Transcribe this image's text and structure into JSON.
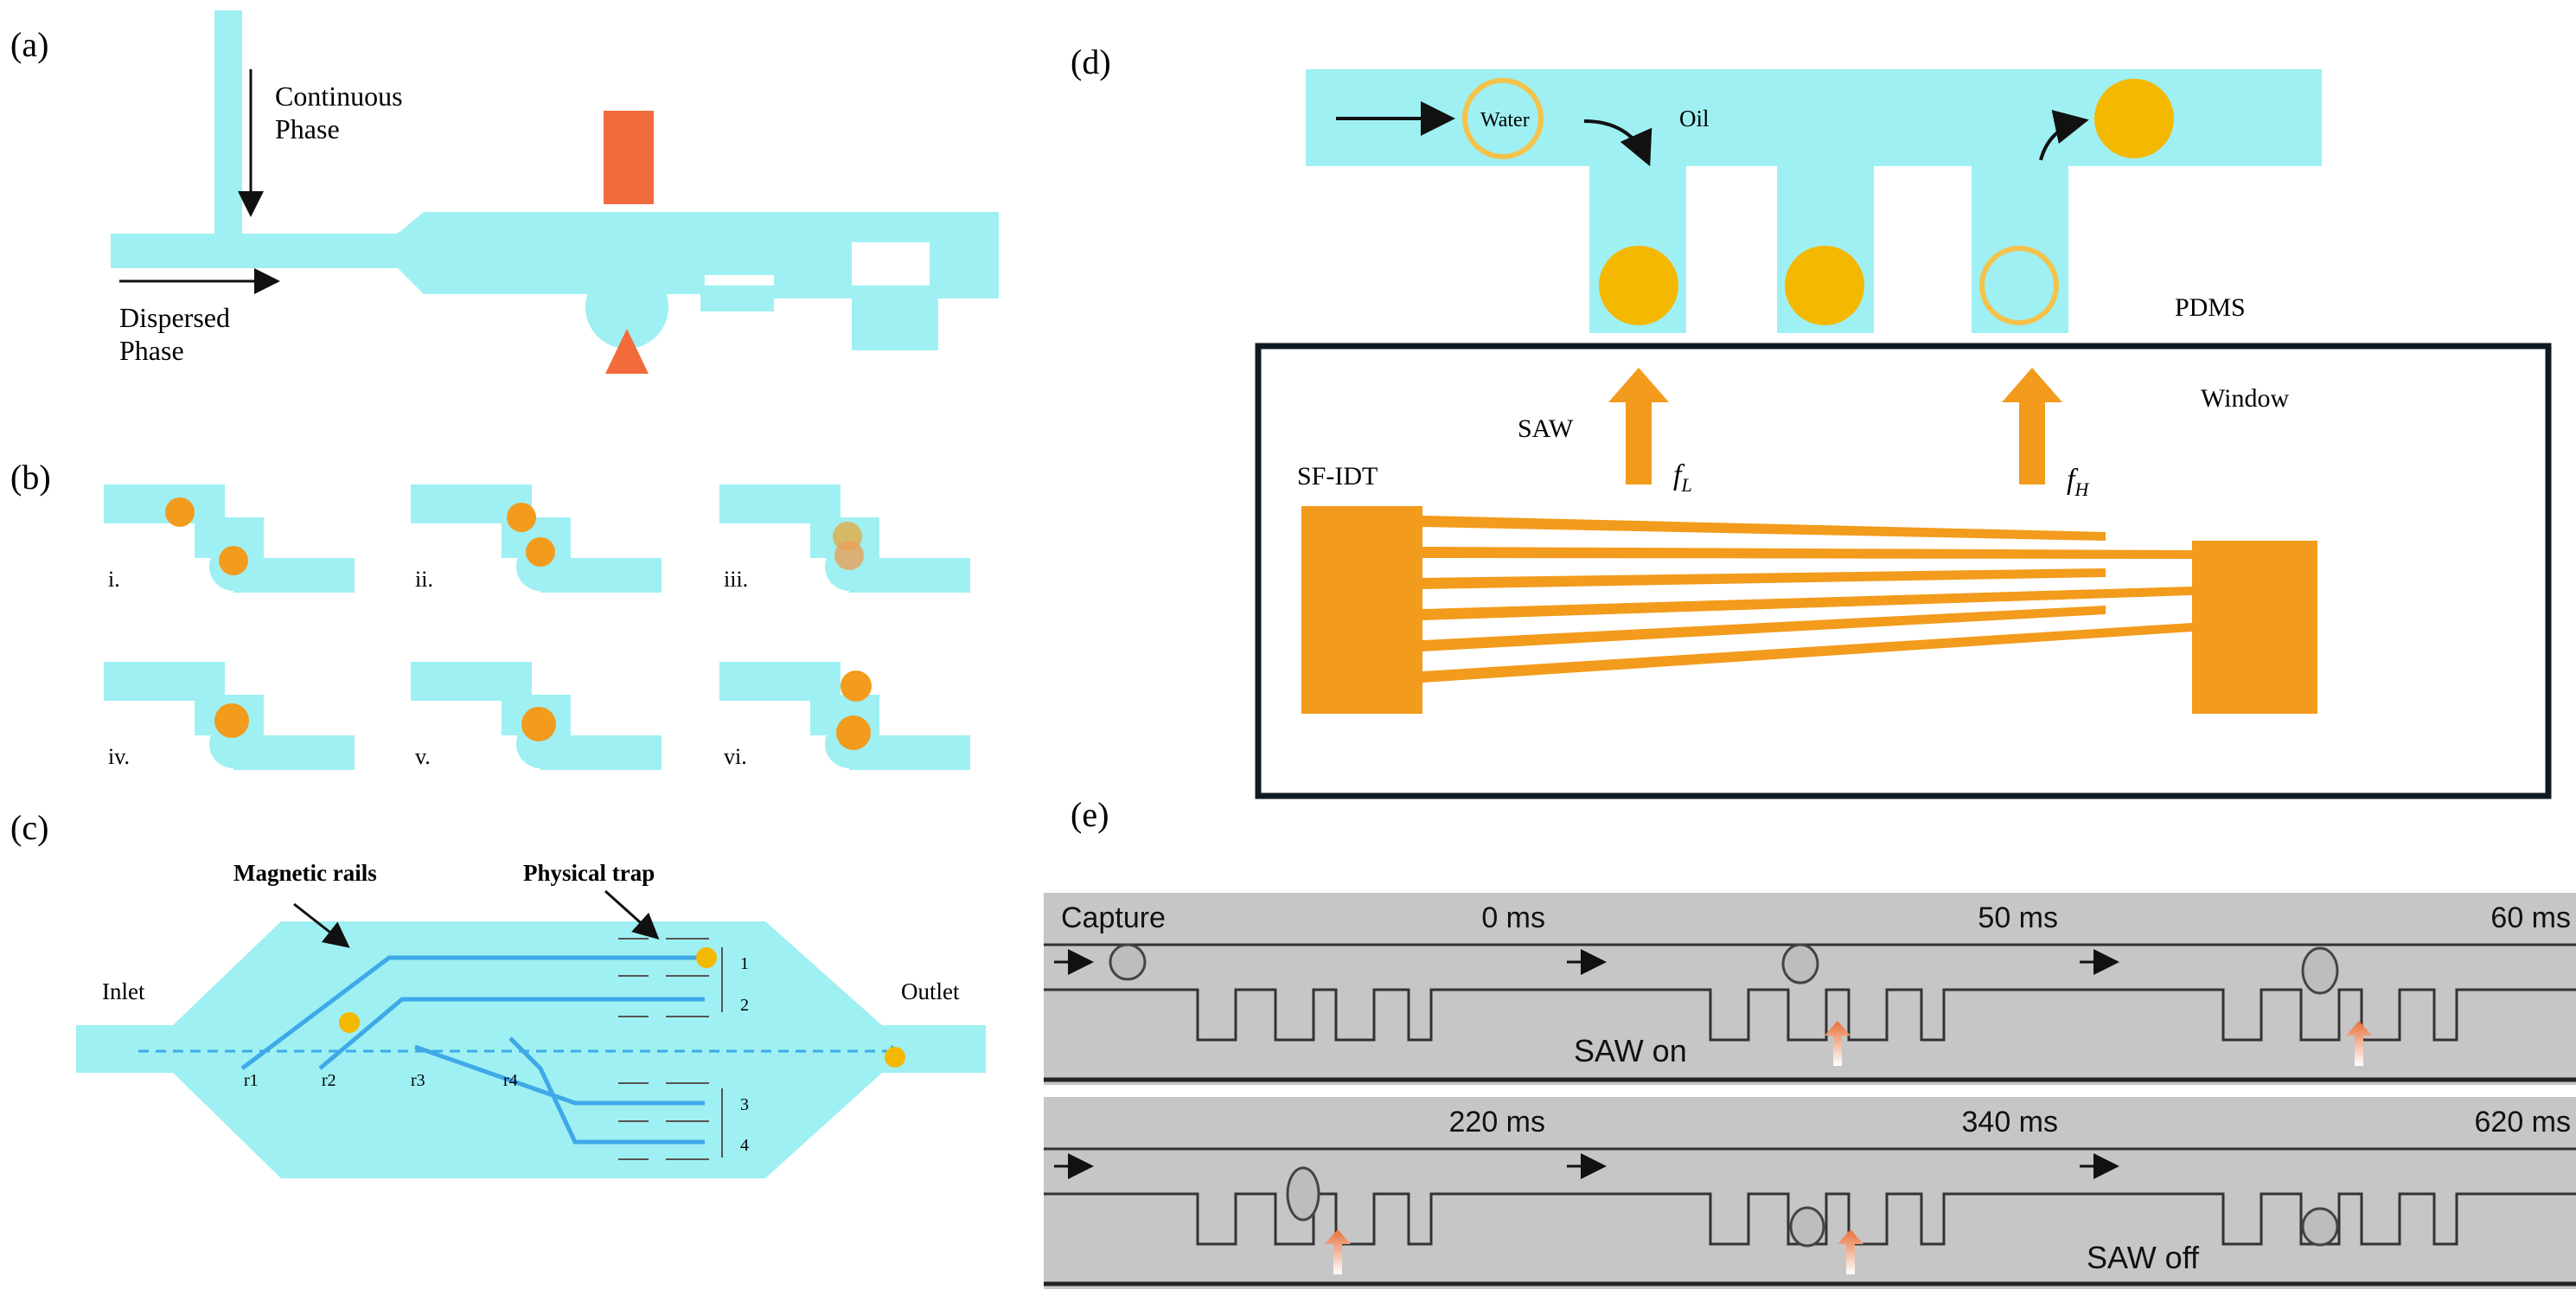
{
  "colors": {
    "channel": "#9FF0F2",
    "droplet": "#F5A623",
    "orange_marker": "#F26B3A",
    "electrode": "#F29B1C",
    "rail": "#3FA9E8",
    "photo_bg": "#C6C6C6"
  },
  "panel_a": {
    "label": "(a)",
    "continuous_phase_line1": "Continuous",
    "continuous_phase_line2": "Phase",
    "dispersed_phase_line1": "Dispersed",
    "dispersed_phase_line2": "Phase"
  },
  "panel_b": {
    "label": "(b)",
    "steps": [
      "i.",
      "ii.",
      "iii.",
      "iv.",
      "v.",
      "vi."
    ]
  },
  "panel_c": {
    "label": "(c)",
    "magnetic_rails": "Magnetic rails",
    "physical_trap": "Physical trap",
    "inlet": "Inlet",
    "outlet": "Outlet",
    "rails": [
      "r1",
      "r2",
      "r3",
      "r4"
    ],
    "traps": [
      "1",
      "2",
      "3",
      "4"
    ]
  },
  "panel_d": {
    "label": "(d)",
    "water": "Water",
    "oil": "Oil",
    "pdms": "PDMS",
    "window": "Window",
    "saw": "SAW",
    "sf_idt": "SF-IDT",
    "f_low": "f",
    "f_low_sub": "L",
    "f_high": "f",
    "f_high_sub": "H"
  },
  "panel_e": {
    "label": "(e)",
    "frames": [
      {
        "time": "0 ms",
        "caption_top": "Capture",
        "caption_bottom": ""
      },
      {
        "time": "50 ms",
        "caption_top": "",
        "caption_bottom": "SAW on"
      },
      {
        "time": "60 ms",
        "caption_top": "",
        "caption_bottom": ""
      },
      {
        "time": "220 ms",
        "caption_top": "",
        "caption_bottom": ""
      },
      {
        "time": "340 ms",
        "caption_top": "",
        "caption_bottom": ""
      },
      {
        "time": "620 ms",
        "caption_top": "",
        "caption_bottom": "SAW off"
      }
    ]
  }
}
